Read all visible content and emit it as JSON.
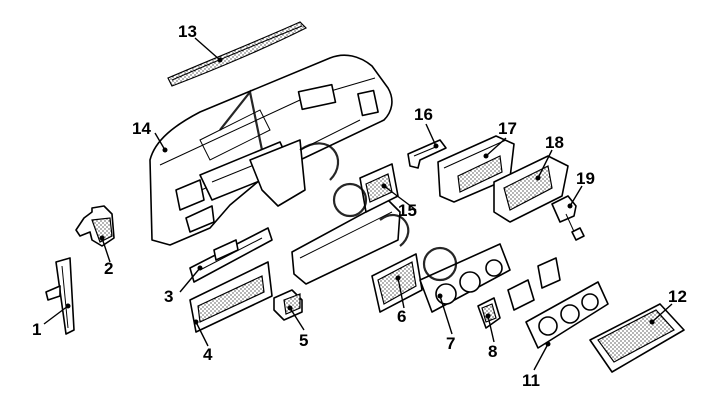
{
  "callouts": [
    {
      "id": "1",
      "label": "1"
    },
    {
      "id": "2",
      "label": "2"
    },
    {
      "id": "3",
      "label": "3"
    },
    {
      "id": "4",
      "label": "4"
    },
    {
      "id": "5",
      "label": "5"
    },
    {
      "id": "6",
      "label": "6"
    },
    {
      "id": "7",
      "label": "7"
    },
    {
      "id": "8",
      "label": "8"
    },
    {
      "id": "11",
      "label": "11"
    },
    {
      "id": "12",
      "label": "12"
    },
    {
      "id": "13",
      "label": "13"
    },
    {
      "id": "14",
      "label": "14"
    },
    {
      "id": "15",
      "label": "15"
    },
    {
      "id": "16",
      "label": "16"
    },
    {
      "id": "17",
      "label": "17"
    },
    {
      "id": "18",
      "label": "18"
    },
    {
      "id": "19",
      "label": "19"
    }
  ],
  "colors": {
    "ink": "#000000",
    "paper": "#ffffff"
  }
}
